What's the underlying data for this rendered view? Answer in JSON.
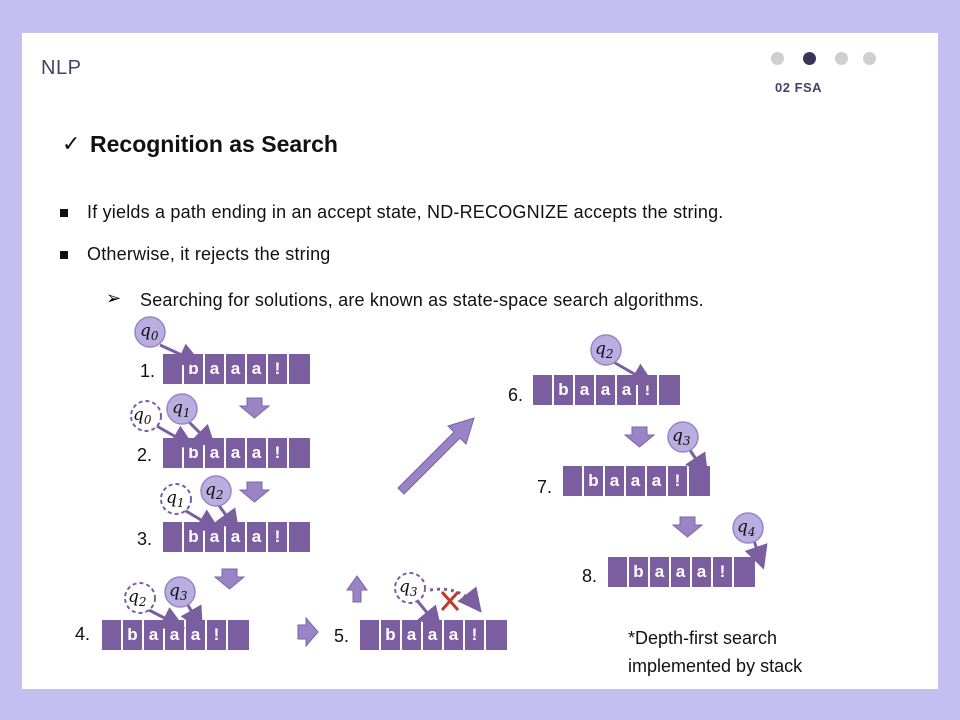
{
  "header": {
    "course": "NLP",
    "section": "02 FSA",
    "progress": {
      "total": 4,
      "active_index": 1
    }
  },
  "title": "Recognition as Search",
  "bullets": [
    {
      "text": "If yields a path ending in an accept state, ND-RECOGNIZE accepts the string."
    },
    {
      "text": "Otherwise, it rejects the string"
    }
  ],
  "sub_bullet": {
    "text": "Searching for solutions, are known as state-space search algorithms."
  },
  "tape_symbols": [
    "",
    "b",
    "a",
    "a",
    "a",
    "!",
    ""
  ],
  "steps": [
    {
      "label": "1.",
      "states": [
        "q0"
      ]
    },
    {
      "label": "2.",
      "states": [
        "q0",
        "q1"
      ]
    },
    {
      "label": "3.",
      "states": [
        "q1",
        "q2"
      ]
    },
    {
      "label": "4.",
      "states": [
        "q2",
        "q3"
      ]
    },
    {
      "label": "5.",
      "states": [
        "q3"
      ]
    },
    {
      "label": "6.",
      "states": [
        "q2"
      ]
    },
    {
      "label": "7.",
      "states": [
        "q3"
      ]
    },
    {
      "label": "8.",
      "states": [
        "q4"
      ]
    }
  ],
  "state_labels": {
    "q0": "q",
    "q0_sub": "0",
    "q1": "q",
    "q1_sub": "1",
    "q2": "q",
    "q2_sub": "2",
    "q3": "q",
    "q3_sub": "3",
    "q4": "q",
    "q4_sub": "4"
  },
  "note": {
    "line1": "*Depth-first search",
    "line2": "implemented   by stack"
  },
  "colors": {
    "background": "#c4bff0",
    "tape": "#7b5ea0",
    "arrow": "#9a84c6",
    "state_fill": "#b8aee0",
    "reject_x": "#c0392b"
  }
}
